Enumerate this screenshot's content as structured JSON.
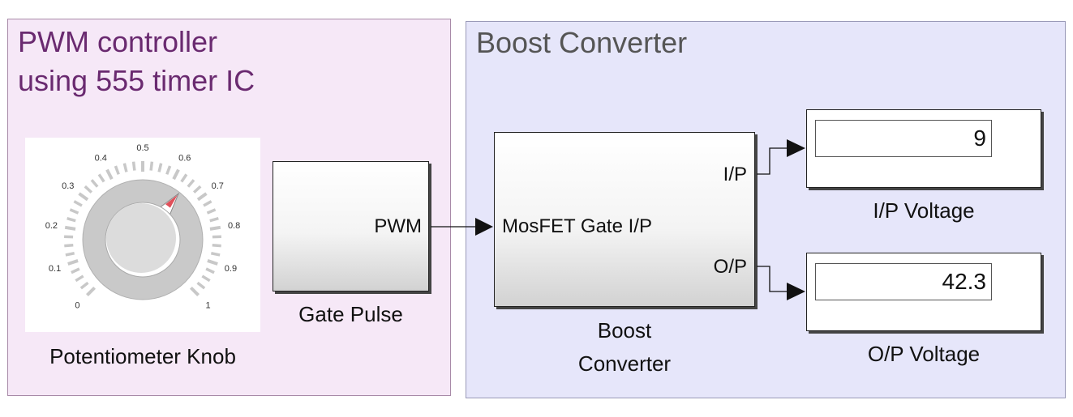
{
  "pwm_area": {
    "title": "PWM controller\nusing 555 timer IC"
  },
  "boost_area": {
    "title": "Boost Converter"
  },
  "knob": {
    "label": "Potentiometer Knob",
    "value": 0.64,
    "ticks": [
      "0",
      "0.1",
      "0.2",
      "0.3",
      "0.4",
      "0.5",
      "0.6",
      "0.7",
      "0.8",
      "0.9",
      "1"
    ],
    "pointer_color": "#e0505a"
  },
  "gate_pulse": {
    "label": "Gate Pulse",
    "out_port": "PWM"
  },
  "boost_block": {
    "label": "Boost\nConverter",
    "in_port": "MosFET Gate I/P",
    "out_port_1": "I/P",
    "out_port_2": "O/P"
  },
  "ip_display": {
    "label": "I/P Voltage",
    "value": "9"
  },
  "op_display": {
    "label": "O/P Voltage",
    "value": "42.3"
  }
}
